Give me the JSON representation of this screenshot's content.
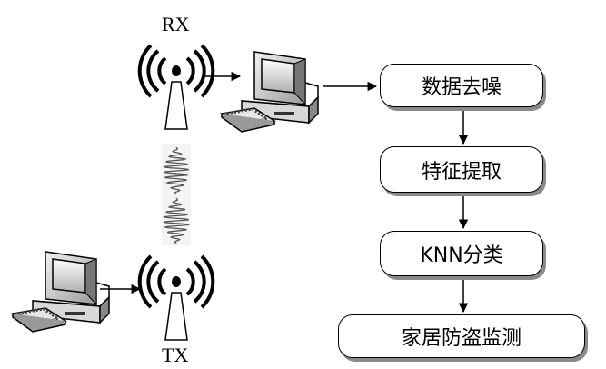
{
  "labels": {
    "rx": "RX",
    "tx": "TX"
  },
  "steps": [
    {
      "label": "数据去噪"
    },
    {
      "label": "特征提取"
    },
    {
      "label": "KNN分类"
    },
    {
      "label": "家居防盗监测"
    }
  ],
  "icons": {
    "antenna": "radio-antenna-icon",
    "computer": "desktop-computer-icon",
    "signal": "signal-waveform-icon"
  }
}
